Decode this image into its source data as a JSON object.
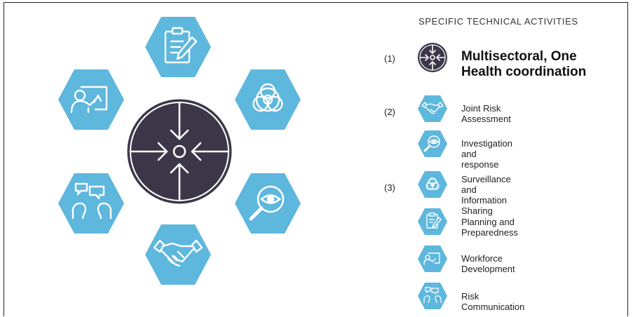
{
  "heading": "SPECIFIC TECHNICAL ACTIVITIES",
  "coordination": {
    "number": "(1)",
    "line1": "Multisectoral, One",
    "line2": "Health coordination"
  },
  "groups": [
    {
      "number": "(2)"
    },
    {
      "number": "(3)"
    }
  ],
  "activities": [
    {
      "label": "Joint Risk Assessment",
      "icon": "handshake-icon"
    },
    {
      "label": "Investigation and response",
      "icon": "magnifier-eye-icon"
    },
    {
      "label_line1": "Surveillance",
      "label_line2": "and Information Sharing",
      "icon": "biohazard-icon"
    },
    {
      "label": "Planning and Preparedness",
      "icon": "clipboard-pen-icon"
    },
    {
      "label": "Workforce Development",
      "icon": "teacher-board-icon"
    },
    {
      "label": "Risk Communication",
      "icon": "speech-heads-icon"
    }
  ],
  "colors": {
    "hex_blue": "#5eb7dd",
    "center_dark": "#3b3748",
    "text": "#222222"
  }
}
